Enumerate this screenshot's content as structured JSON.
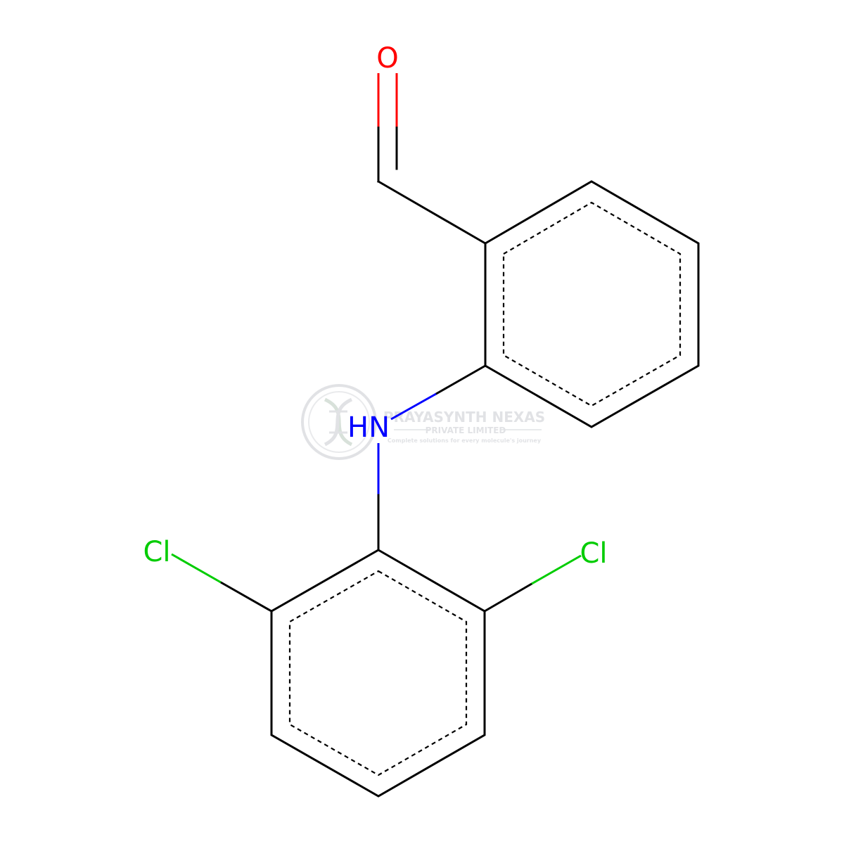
{
  "diagram": {
    "type": "chemical-structure",
    "atoms": {
      "oxygen": {
        "label": "O",
        "color": "#ff0000"
      },
      "nitrogen": {
        "label": "HN",
        "color": "#0000ff"
      },
      "chlorine_left": {
        "label": "Cl",
        "color": "#00cc00"
      },
      "chlorine_right": {
        "label": "Cl",
        "color": "#00cc00"
      }
    },
    "bond_color": "#000000"
  },
  "watermark": {
    "company": "PRAYASYNTH NEXAS",
    "subtitle": "PRIVATE LIMITED",
    "tagline": "Complete solutions for every molecule's journey",
    "color": "#c9ccd1"
  }
}
